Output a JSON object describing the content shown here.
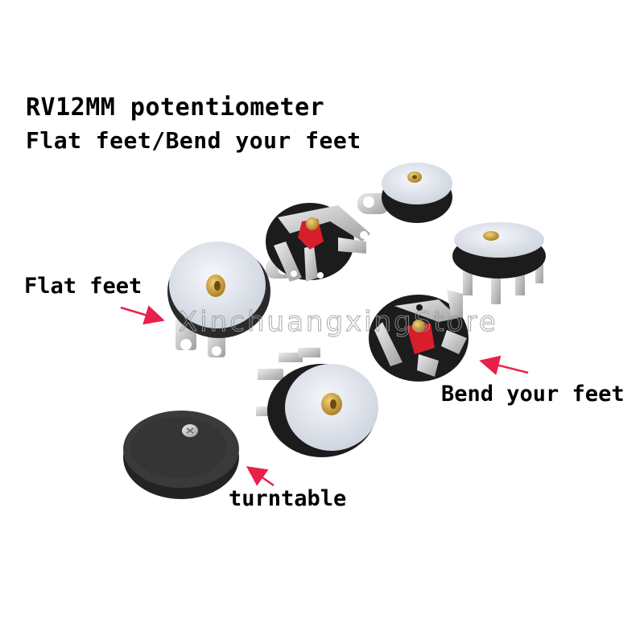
{
  "product": {
    "title_line1": "RV12MM potentiometer",
    "title_line2": "Flat feet/Bend your feet"
  },
  "annotations": {
    "flat_feet": "Flat feet",
    "bend_feet": "Bend your feet",
    "turntable": "turntable"
  },
  "watermark": "XinchuangxingStore",
  "colors": {
    "background": "#ffffff",
    "text": "#000000",
    "arrow": "#e8204a",
    "body_black": "#1c1c1c",
    "face_white": "#e9ecf2",
    "brass": "#c9a23a",
    "rotor_red": "#d81e2c",
    "metal": "#c8c8c8"
  }
}
